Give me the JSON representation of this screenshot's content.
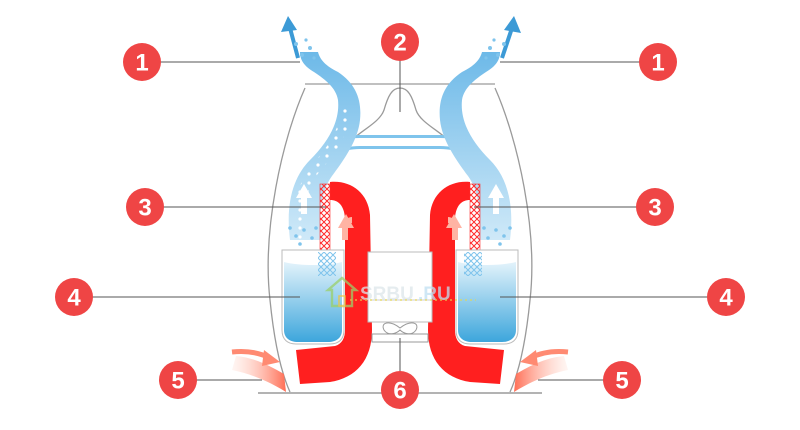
{
  "callouts": {
    "n1": "1",
    "n2": "2",
    "n3": "3",
    "n4": "4",
    "n5": "5",
    "n6": "6"
  },
  "watermark": {
    "part1": "SRBU",
    "part2": ".RU"
  },
  "colors": {
    "callout": "#ef4545",
    "steam": "#7fc4ec",
    "hot": "#ff1f1f",
    "water_top": "#e3f3fb",
    "water_bottom": "#3da6dc",
    "intake": "#ff8a72"
  }
}
